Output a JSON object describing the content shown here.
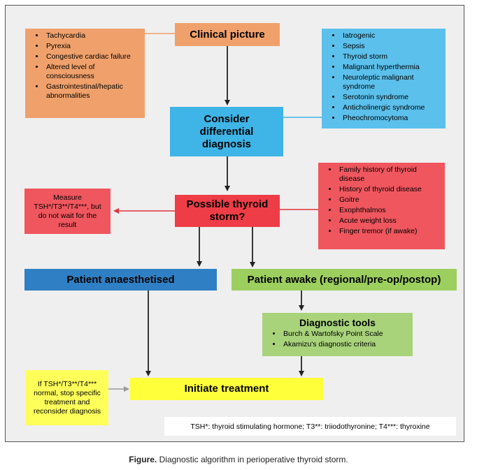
{
  "colors": {
    "orange": "#f0a16b",
    "blue_light": "#5bc0ec",
    "cyan": "#3fb4e6",
    "red": "#ee3d47",
    "red_box": "#f0565e",
    "navy": "#2f7fc4",
    "green": "#9ccf5e",
    "green_tools": "#a8d37a",
    "yellow": "#ffff3a",
    "yellow_note": "#ffff5a"
  },
  "nodes": {
    "clinical_picture": "Clinical picture",
    "differential": "Consider differential diagnosis",
    "possible_storm": "Possible thyroid storm?",
    "anaesthetised": "Patient anaesthetised",
    "awake": "Patient awake (regional/pre-op/postop)",
    "diagnostic_tools_title": "Diagnostic tools",
    "initiate": "Initiate treatment"
  },
  "symptoms": [
    "Tachycardia",
    "Pyrexia",
    "Congestive cardiac failure",
    "Altered level of consciousness",
    "Gastrointestinal/hepatic abnormalities"
  ],
  "differentials": [
    "Iatrogenic",
    "Sepsis",
    "Thyroid storm",
    "Malignant hyperthermia",
    "Neuroleptic malignant syndrome",
    "Serotonin syndrome",
    "Anticholinergic syndrome",
    "Pheochromocytoma"
  ],
  "risk_factors": [
    "Family history of thyroid disease",
    "History of thyroid disease",
    "Goitre",
    "Exophthalmos",
    "Acute weight loss",
    "Finger tremor (if awake)"
  ],
  "measure_note": "Measure TSH*/T3**/T4***, but do not wait for the result",
  "tools": [
    "Burch & Wartofsky Point Scale",
    "Akamizu's diagnostic criteria"
  ],
  "normal_note": "If TSH*/T3**/T4*** normal, stop specific treatment and reconsider diagnosis",
  "footnote": "TSH*: thyroid stimulating hormone; T3**: triiodothyronine; T4***: thyroxine",
  "caption": {
    "label": "Figure.",
    "text": "Diagnostic algorithm in perioperative thyroid storm."
  }
}
